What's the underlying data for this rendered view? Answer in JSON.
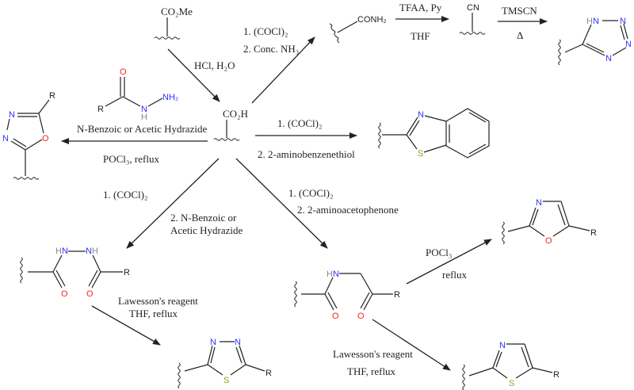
{
  "colors": {
    "nitrogen": "#3030ff",
    "oxygen": "#ff2020",
    "sulfur": "#9a9a20",
    "hydrogen": "#888888",
    "bond": "#222222"
  },
  "atoms": {
    "N": "N",
    "O": "O",
    "S": "S",
    "R": "R",
    "HN": "HN",
    "NH": "NH",
    "H": "H",
    "NH2": "NH₂",
    "CONH2": "CONH₂",
    "CN": "CN",
    "CO2H": "CO₂H",
    "CO2Me": "CO₂Me"
  },
  "reactions": {
    "ester_hydrolysis": {
      "reagents": "HCl, H₂O"
    },
    "amide_formation": {
      "step1": "1. (COCl)₂",
      "step2": "2. Conc. NH₃"
    },
    "dehydration": {
      "above": "TFAA, Py",
      "below": "THF"
    },
    "tetrazole_formation": {
      "above": "TMSCN",
      "below": "Δ"
    },
    "oxadiazole_formation": {
      "above": "N-Benzoic or Acetic Hydrazide",
      "below": "POCl₃, reflux"
    },
    "benzothiazole_formation": {
      "above": "1. (COCl)₂",
      "below": "2. 2-aminobenzenethiol"
    },
    "diacylhydrazine_formation": {
      "step1": "1. (COCl)₂",
      "step2_line1": "2. N-Benzoic or",
      "step2_line2": "Acetic Hydrazide"
    },
    "thiadiazole_formation": {
      "line1": "Lawesson's reagent",
      "line2": "THF, reflux"
    },
    "ketoamide_formation": {
      "step1": "1. (COCl)₂",
      "step2": "2. 2-aminoacetophenone"
    },
    "oxazole_formation": {
      "above": "POCl₃",
      "below": "reflux"
    },
    "thiazole_formation": {
      "line1": "Lawesson's reagent",
      "line2": "THF, reflux"
    }
  }
}
